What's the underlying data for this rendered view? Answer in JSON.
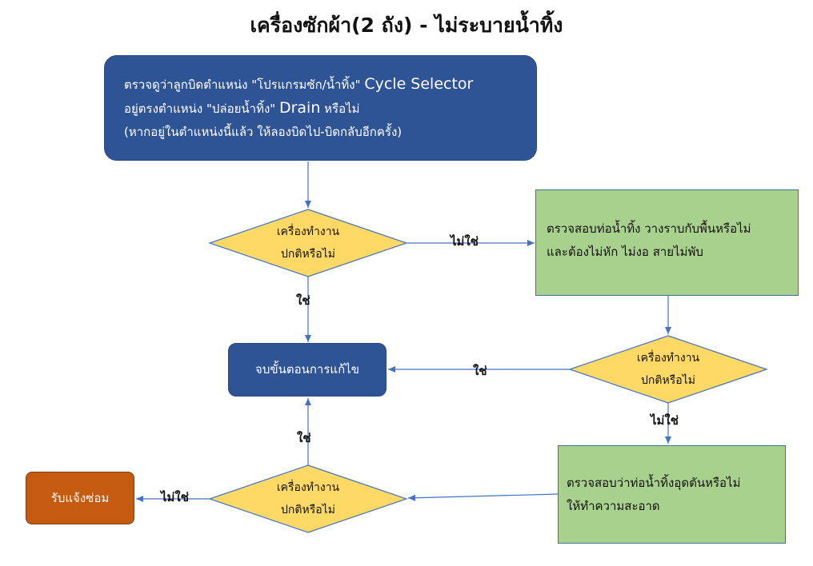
{
  "title": "เครื่องซักผ้า(2 ถัง) - ไม่ระบายน้ำทิ้ง",
  "nodes": {
    "start": {
      "line1_a": "ตรวจดูว่าลูกบิดตำแหน่ง \"โปรแกรมซัก/น้ำทิ้ง\"",
      "line1_b": "Cycle Selector",
      "line2_a": "อยู่ตรงตำแหน่ง \"ปล่อยน้ำทิ้ง\"",
      "line2_b": "Drain",
      "line2_c": "หรือไม่",
      "line3": "(หากอยู่ในตำแหน่งนี้แล้ว ให้ลองบิดไป-บิดกลับอีกครั้ง)"
    },
    "decision1": {
      "line1": "เครื่องทำงาน",
      "line2": "ปกติหรือไม่"
    },
    "check_pipe": {
      "line1": "ตรวจสอบท่อน้ำทิ้ง วางราบกับพื้นหรือไม่",
      "line2": "และต้องไม่หัก ไม่งอ สายไม่พับ"
    },
    "decision2": {
      "line1": "เครื่องทำงาน",
      "line2": "ปกติหรือไม่"
    },
    "end": {
      "label": "จบขั้นตอนการแก้ไข"
    },
    "check_clog": {
      "line1": "ตรวจสอบว่าท่อน้ำทิ้งอุดตันหรือไม่",
      "line2": "ให้ทำความสะอาด"
    },
    "decision3": {
      "line1": "เครื่องทำงาน",
      "line2": "ปกติหรือไม่"
    },
    "repair": {
      "label": "รับแจ้งซ่อม"
    }
  },
  "edges": {
    "d1_no": "ไม่ใช่",
    "d1_yes": "ใช่",
    "d2_yes": "ใช่",
    "d2_no": "ไม่ใช่",
    "d3_yes": "ใช่",
    "d3_no": "ไม่ใช่"
  },
  "colors": {
    "process_blue": "#2f5496",
    "decision_yellow": "#ffd966",
    "process_green": "#a9d18e",
    "repair_orange": "#c55a11",
    "connector": "#4472c4"
  }
}
